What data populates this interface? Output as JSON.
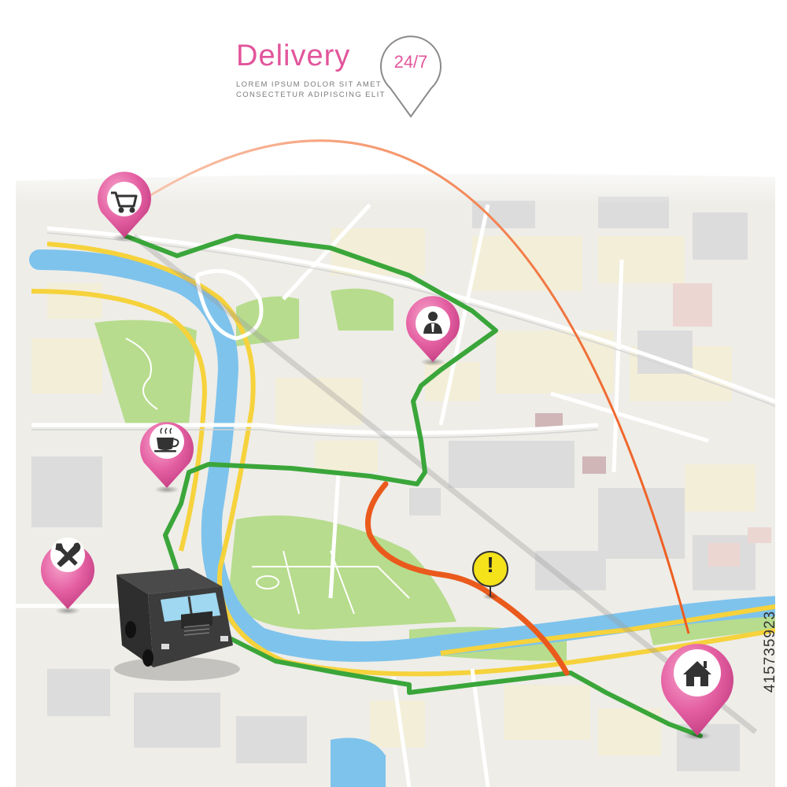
{
  "header": {
    "title": "Delivery",
    "badge": "24/7",
    "tagline_line1": "LOREM IPSUM DOLOR SIT AMET",
    "tagline_line2": "CONSECTETUR ADIPISCING ELIT"
  },
  "colors": {
    "accent_pink": "#e2559b",
    "route_green": "#3aa63a",
    "route_red": "#ea5a1c",
    "arc_orange": "#f47b2a",
    "river_blue": "#7ec3ec",
    "park_green": "#b6dd8c",
    "road_yellow": "#f6d23c",
    "warning_yellow": "#f4e21a",
    "map_base": "#efeeea"
  },
  "pins": [
    {
      "icon": "shopping-cart-icon"
    },
    {
      "icon": "businessman-icon"
    },
    {
      "icon": "coffee-cup-icon"
    },
    {
      "icon": "tools-icon"
    },
    {
      "icon": "home-icon"
    }
  ],
  "warning": {
    "icon": "exclamation-icon",
    "symbol": "!"
  },
  "vehicle": {
    "icon": "delivery-van-icon"
  },
  "watermark": "415735923"
}
